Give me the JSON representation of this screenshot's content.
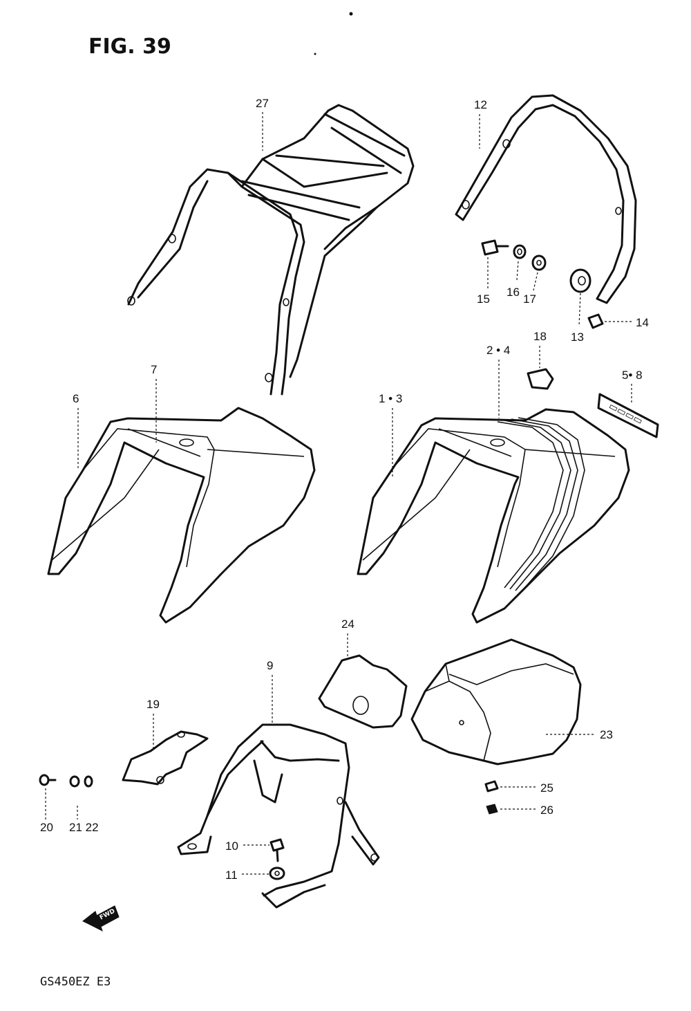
{
  "figure": {
    "title": "FIG. 39",
    "model_code": "GS450EZ E3",
    "direction_arrow_text": "FWD"
  },
  "callouts": {
    "c27": "27",
    "c12": "12",
    "c15": "15",
    "c16": "16",
    "c17": "17",
    "c13": "13",
    "c14": "14",
    "c18": "18",
    "c2_4": "2 • 4",
    "c1_3": "1 • 3",
    "c5_8": "5• 8",
    "c6": "6",
    "c7": "7",
    "c24": "24",
    "c9": "9",
    "c19": "19",
    "c23": "23",
    "c20": "20",
    "c21_22": "21 22",
    "c10": "10",
    "c11": "11",
    "c25": "25",
    "c26": "26"
  }
}
